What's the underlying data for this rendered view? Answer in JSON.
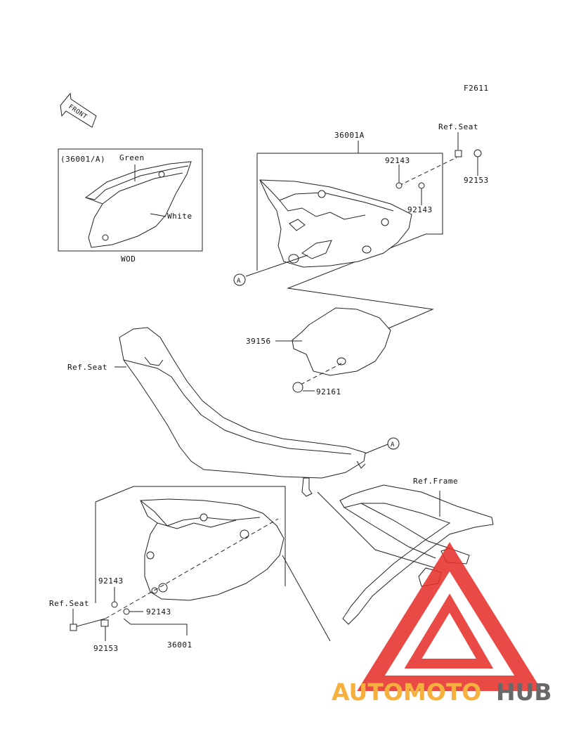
{
  "figure_code": "F2611",
  "front_label": "FRONT",
  "inset": {
    "title": "(36001/A)",
    "color_top": "Green",
    "color_body": "White",
    "caption": "WOD"
  },
  "parts": {
    "p36001A": "36001A",
    "ref_seat_top": "Ref.Seat",
    "p92153_top": "92153",
    "p92143_a": "92143",
    "p92143_b": "92143",
    "p39156": "39156",
    "p92161": "92161",
    "ref_seat_mid": "Ref.Seat",
    "ref_frame": "Ref.Frame",
    "p92143_c": "92143",
    "p92143_d": "92143",
    "ref_seat_bottom": "Ref.Seat",
    "p92153_bottom": "92153",
    "p36001": "36001",
    "marker_a1": "A",
    "marker_a2": "A"
  },
  "watermark": {
    "text_orange": "AUTOMOTO",
    "text_gray": "HUB",
    "color_orange": "#f5a623",
    "color_red": "#e8322c",
    "color_gray": "#555555"
  }
}
